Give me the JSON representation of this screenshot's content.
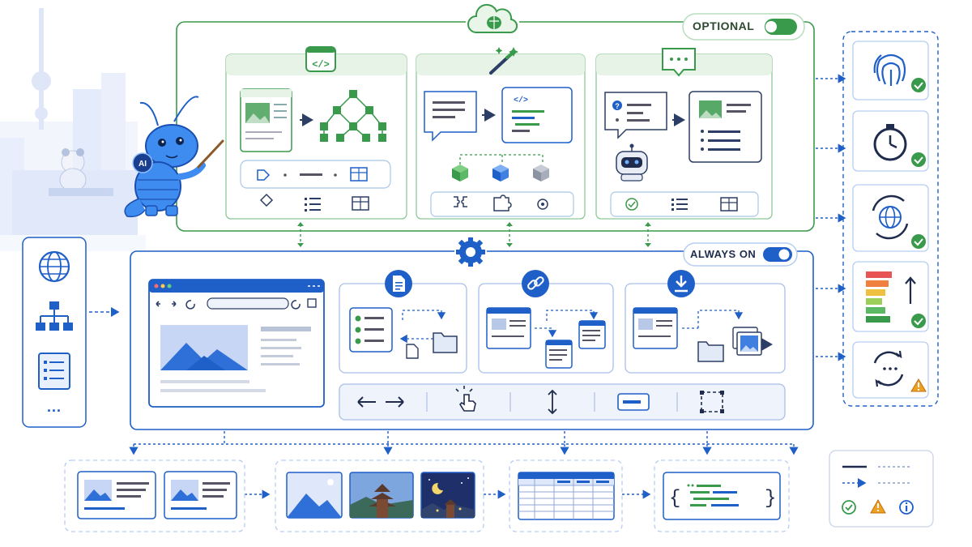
{
  "optional_toggle": {
    "label": "OPTIONAL",
    "state": "on",
    "color": "#3a9a4c"
  },
  "always_on_toggle": {
    "label": "ALWAYS ON",
    "state": "on",
    "color": "#1f5fc8"
  },
  "input_more": "...",
  "colors": {
    "green": "#3a9a4c",
    "blue": "#1f5fc8",
    "light_blue": "#dfe8fb",
    "light_green": "#e6f3e6",
    "warning": "#f0a020"
  },
  "mascot_badge": "AI",
  "icons": {
    "top": "cloud-brain-icon",
    "optional_panels": [
      "code-icon",
      "magic-wand-icon",
      "chat-bubble-icon"
    ],
    "core_panels": [
      "document-icon",
      "link-icon",
      "download-icon"
    ],
    "actions": [
      "back-forward-arrows-icon",
      "click-pointer-icon",
      "scroll-icon",
      "input-field-icon",
      "select-region-icon"
    ],
    "checks": [
      "fingerprint-icon",
      "stopwatch-icon",
      "globe-sync-icon",
      "bar-ranking-icon",
      "refresh-error-icon"
    ],
    "legend": [
      "solid-line-icon",
      "dashed-line-icon",
      "check-icon",
      "warning-icon",
      "info-icon"
    ]
  }
}
